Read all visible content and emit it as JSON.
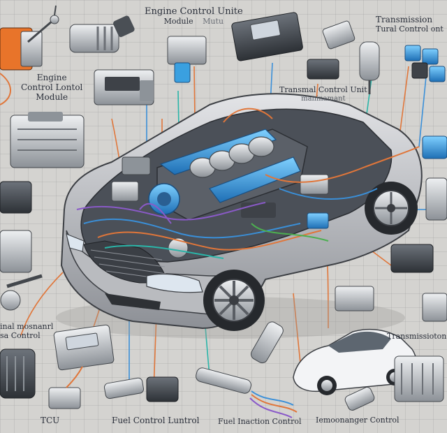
{
  "labels": {
    "ecu_top_line1": "Engine Control Unite",
    "ecu_top_line2": "Module",
    "ecu_top_line2b": "Mutu",
    "ecu_left_line1": "Engine",
    "ecu_left_line2": "Control Lontol",
    "ecu_left_line3": "Module",
    "trans_top_line1": "Transmission",
    "trans_top_line2": "Tural Control ont",
    "tcu_center_line1": "Transmal Control Unit",
    "tcu_center_line2": "maninamant",
    "left_bottom_line1": "inal mosnanrl",
    "left_bottom_line2": "sa Control",
    "tcu_bottom": "TCU",
    "fuel_control": "Fuel Control Luntrol",
    "fuel_injection": "Fuel Inaction Control",
    "immo_control": "Iemoonanger Control",
    "trans_right": "Transmissioton"
  },
  "colors": {
    "background": "#d4d3d0",
    "car_body": "#c9cacd",
    "engine_blue": "#3aa0e0",
    "wire_orange": "#e0763a",
    "wire_blue": "#3a8fd8",
    "wire_purple": "#8a5ac8",
    "wire_teal": "#2ab5a8",
    "wire_green": "#4caf50"
  }
}
